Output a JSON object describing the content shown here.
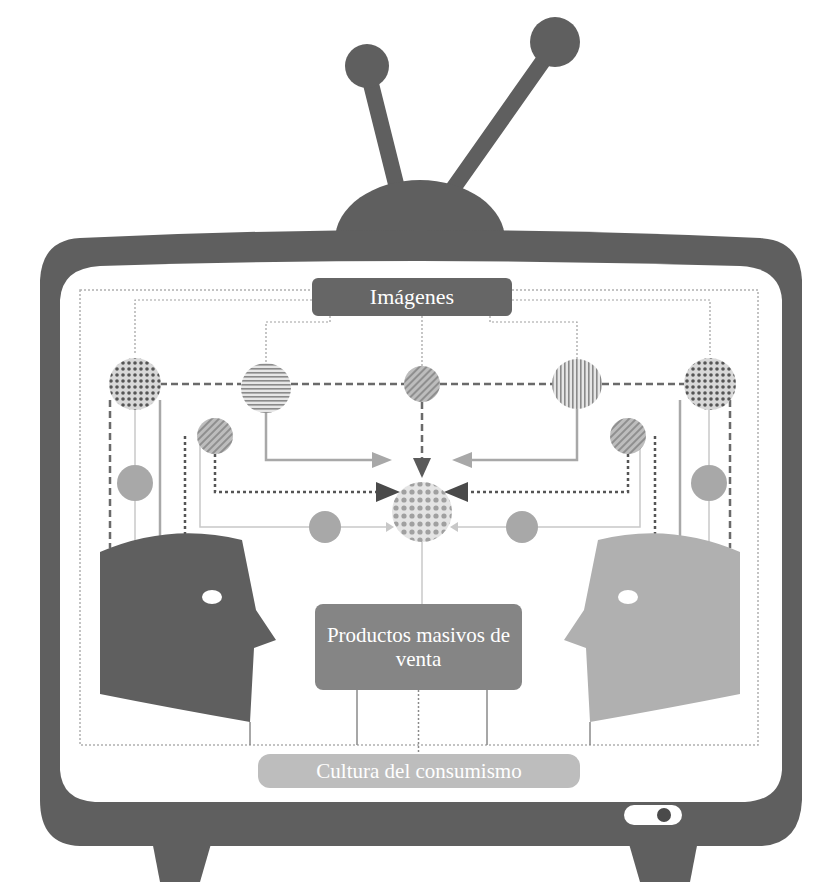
{
  "diagram": {
    "nodes": [
      {
        "text": [
          "Imágenes"
        ]
      },
      {
        "text": [
          "Productos masivos de venta"
        ]
      },
      {
        "text": [
          "Cultura del consumismo"
        ]
      }
    ],
    "edges": [
      {
        "from": 1,
        "to": 2,
        "arrow": "none"
      }
    ]
  }
}
